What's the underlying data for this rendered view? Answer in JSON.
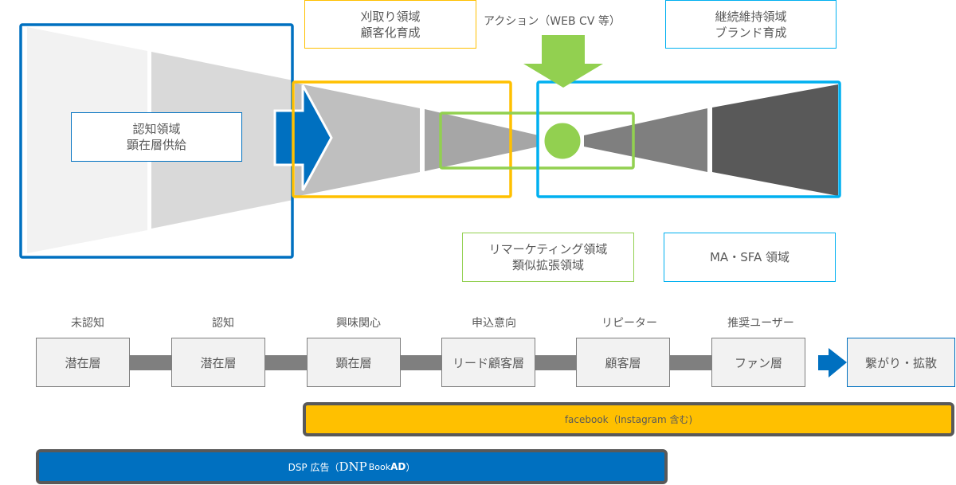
{
  "colors": {
    "awareness_blue": "#0070c0",
    "harvest_yellow": "#ffc000",
    "remarketing_green": "#92d050",
    "retention_cyan": "#00b0f0",
    "funnel_shades": [
      "#f2f2f2",
      "#d9d9d9",
      "#bfbfbf",
      "#a6a6a6",
      "#7f7f7f",
      "#595959"
    ],
    "stage_box_fill": "#f2f2f2",
    "connector_gray": "#7f7f7f",
    "text_gray": "#595959"
  },
  "regions": {
    "awareness": {
      "label": "認知領域\n顕在層供給"
    },
    "harvest": {
      "label": "刈取り領域\n顧客化育成"
    },
    "action": {
      "label": "アクション（WEB CV 等）"
    },
    "retention": {
      "label": "継続維持領域\nブランド育成"
    },
    "remarketing": {
      "label": "リマーケティング領域\n類似拡張領域"
    },
    "ma_sfa": {
      "label": "MA・SFA 領域"
    }
  },
  "stages": [
    {
      "header": "未認知",
      "box": "潜在層"
    },
    {
      "header": "認知",
      "box": "潜在層"
    },
    {
      "header": "興味関心",
      "box": "顕在層"
    },
    {
      "header": "申込意向",
      "box": "リード顧客層"
    },
    {
      "header": "リピーター",
      "box": "顧客層"
    },
    {
      "header": "推奨ユーザー",
      "box": "ファン層"
    }
  ],
  "final_stage": {
    "box": "繋がり・拡散"
  },
  "channels": {
    "facebook": {
      "label": "facebook（Instagram 含む)",
      "color": "#ffc000"
    },
    "dsp": {
      "label_prefix": "DSP 広告（ ",
      "label_brand1": "DNP",
      "label_brand2": "Book",
      "label_brand3": "AD",
      "label_suffix": " ）",
      "color": "#0070c0"
    }
  }
}
